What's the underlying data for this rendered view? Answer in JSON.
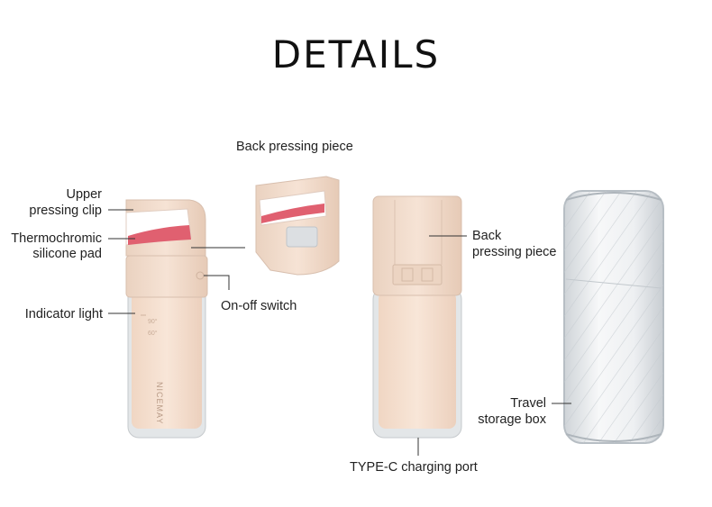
{
  "title": "DETAILS",
  "brand": "NICEMAY",
  "scale": {
    "mark_90": "90°",
    "mark_60": "60°"
  },
  "labels": {
    "back_pressing_top": "Back pressing piece",
    "upper_clip_line1": "Upper",
    "upper_clip_line2": "pressing clip",
    "thermo_line1": "Thermochromic",
    "thermo_line2": "silicone pad",
    "indicator": "Indicator light",
    "onoff": "On-off switch",
    "back_pressing_right_line1": "Back",
    "back_pressing_right_line2": "pressing piece",
    "typec": "TYPE-C charging port",
    "travel_line1": "Travel",
    "travel_line2": "storage box"
  },
  "colors": {
    "body": "#f5dfcf",
    "body_shade": "#e8cab8",
    "cap": "#f0d9c8",
    "pad": "#e06070",
    "clear": "#d9dde0"
  }
}
